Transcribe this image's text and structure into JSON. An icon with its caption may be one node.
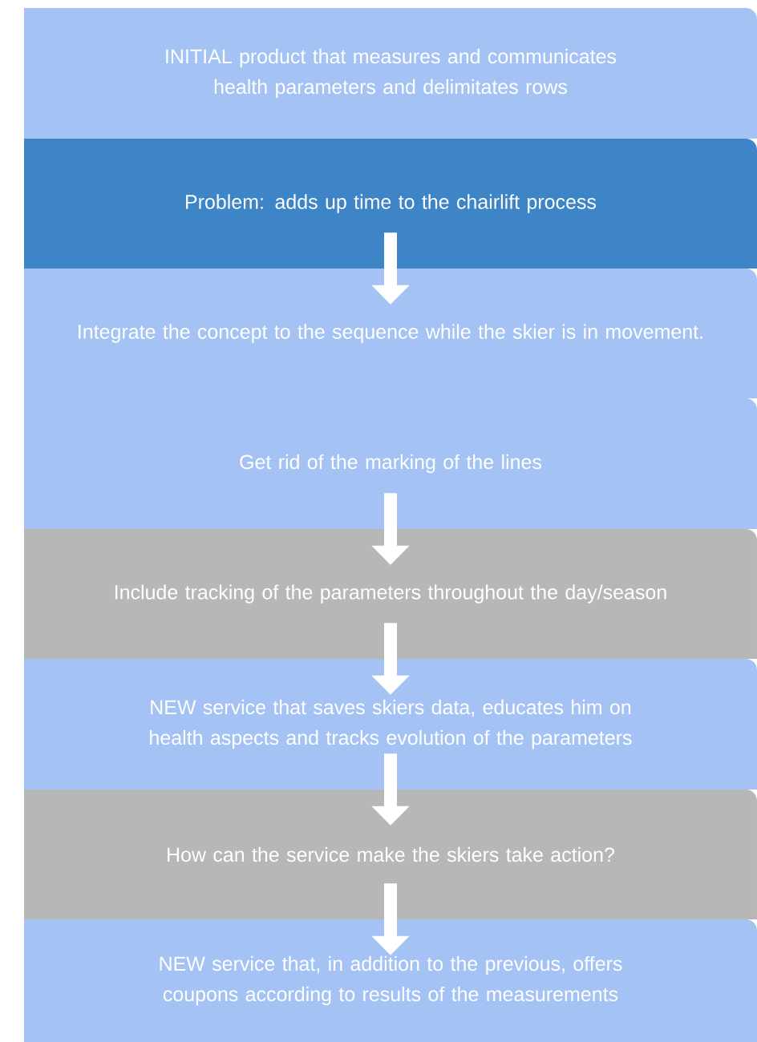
{
  "diagram": {
    "nodes": [
      {
        "text": [
          "INITIAL product that measures and communicates health parameters and delimitates rows"
        ]
      },
      {
        "text": [
          "Problem: adds up time to the chairlift process"
        ]
      },
      {
        "text": [
          "Integrate the concept to the sequence while the skier is in movement."
        ]
      },
      {
        "text": [
          "Get rid of the marking of the lines"
        ]
      },
      {
        "text": [
          "Include tracking of the parameters throughout the day/season"
        ]
      },
      {
        "text": [
          "NEW service that saves skiers data, educates him on health aspects and tracks evolution of the parameters"
        ]
      },
      {
        "text": [
          "How can the service make the skiers take action?"
        ]
      },
      {
        "text": [
          "NEW service that, in addition to the previous, offers coupons according to results of the measurements"
        ]
      }
    ],
    "edges": [
      {
        "from": 1,
        "to": 2,
        "arrow": "to"
      },
      {
        "from": 3,
        "to": 4,
        "arrow": "to"
      },
      {
        "from": 4,
        "to": 5,
        "arrow": "to"
      },
      {
        "from": 5,
        "to": 6,
        "arrow": "to"
      },
      {
        "from": 6,
        "to": 7,
        "arrow": "to"
      }
    ]
  }
}
